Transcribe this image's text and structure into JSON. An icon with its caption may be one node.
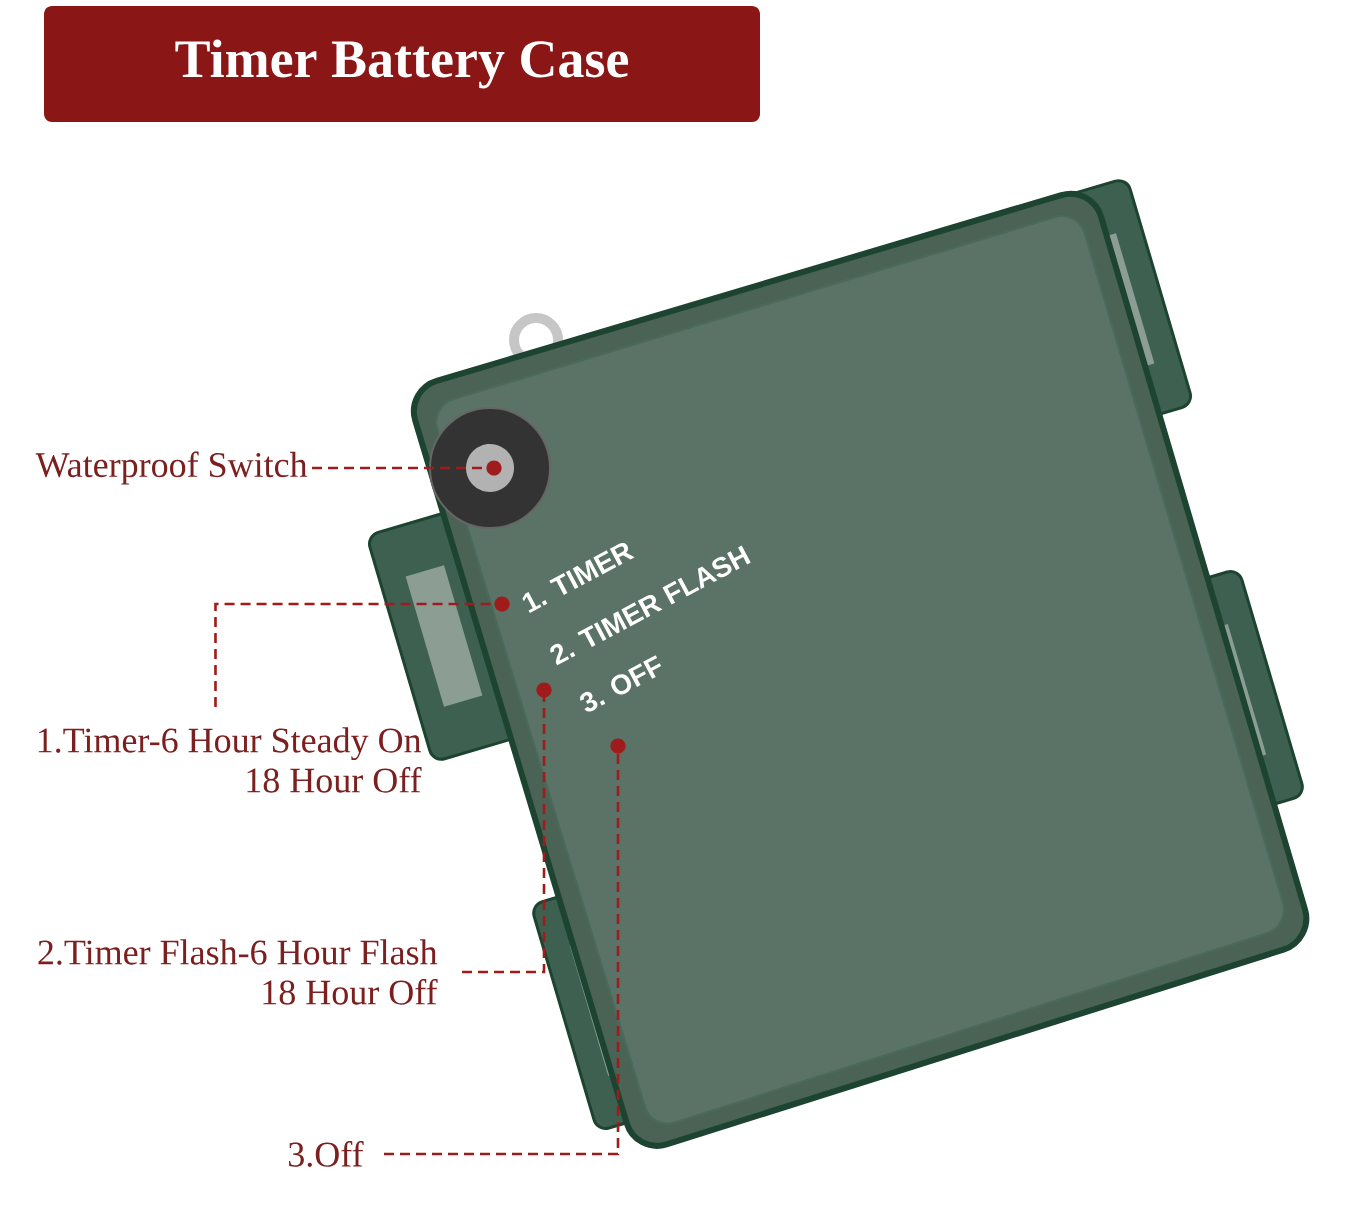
{
  "diagram": {
    "title": "Timer Battery Case",
    "nodes": [
      {
        "text": [
          "Waterproof Switch"
        ]
      },
      {
        "text": [
          "1.Timer-6 Hour Steady On 18 Hour Off"
        ]
      },
      {
        "text": [
          "2.Timer Flash-6 Hour Flash 18 Hour Off"
        ]
      },
      {
        "text": [
          "3.Off"
        ]
      },
      {
        "text": [],
        "shape": "picture"
      },
      {
        "text": [],
        "shape": "circle",
        "in": 4
      }
    ],
    "edges": [
      {
        "from": 0,
        "to": 5,
        "arrow": "other",
        "style": "dashed"
      },
      {
        "from": 1,
        "to": 4,
        "arrow": "other",
        "style": "dashed"
      },
      {
        "from": 2,
        "to": 4,
        "arrow": "other",
        "style": "dashed"
      },
      {
        "from": 3,
        "to": 4,
        "arrow": "other",
        "style": "dashed"
      }
    ],
    "labels": [
      "1. TIMER",
      "2. TIMER FLASH",
      "3. OFF"
    ]
  }
}
